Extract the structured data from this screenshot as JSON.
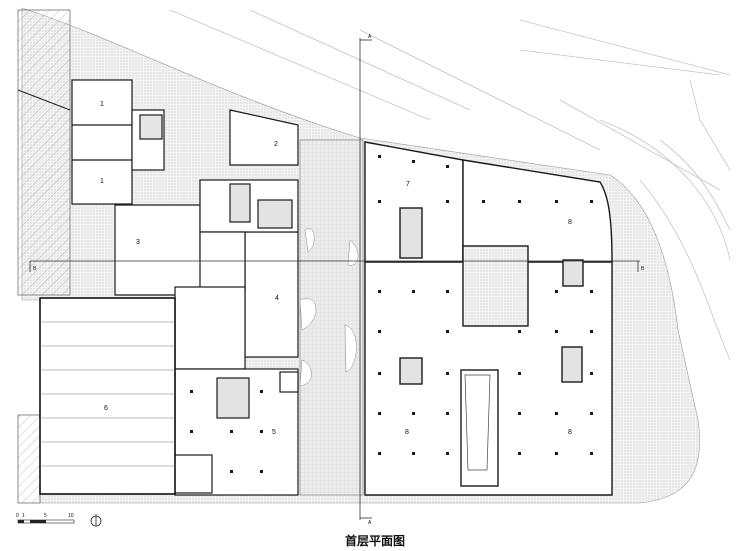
{
  "caption": "首层平面图",
  "rooms": {
    "r1a": "1",
    "r1b": "1",
    "r2": "2",
    "r3": "3",
    "r4": "4",
    "r5": "5",
    "r6": "6",
    "r7": "7",
    "r8a": "8",
    "r8b": "8",
    "r8c": "8"
  },
  "section_marks": {
    "a_top": "A",
    "a_bottom": "A",
    "b_left": "B",
    "b_right": "B"
  },
  "scale_bar": {
    "t0": "0",
    "t1": "1",
    "t5": "5",
    "t10": "10"
  },
  "icons": {
    "north": "north-arrow-icon"
  },
  "colors": {
    "line": "#1a1a1a",
    "hatch": "#9a9a9a",
    "paving": "#bdbdbd"
  }
}
